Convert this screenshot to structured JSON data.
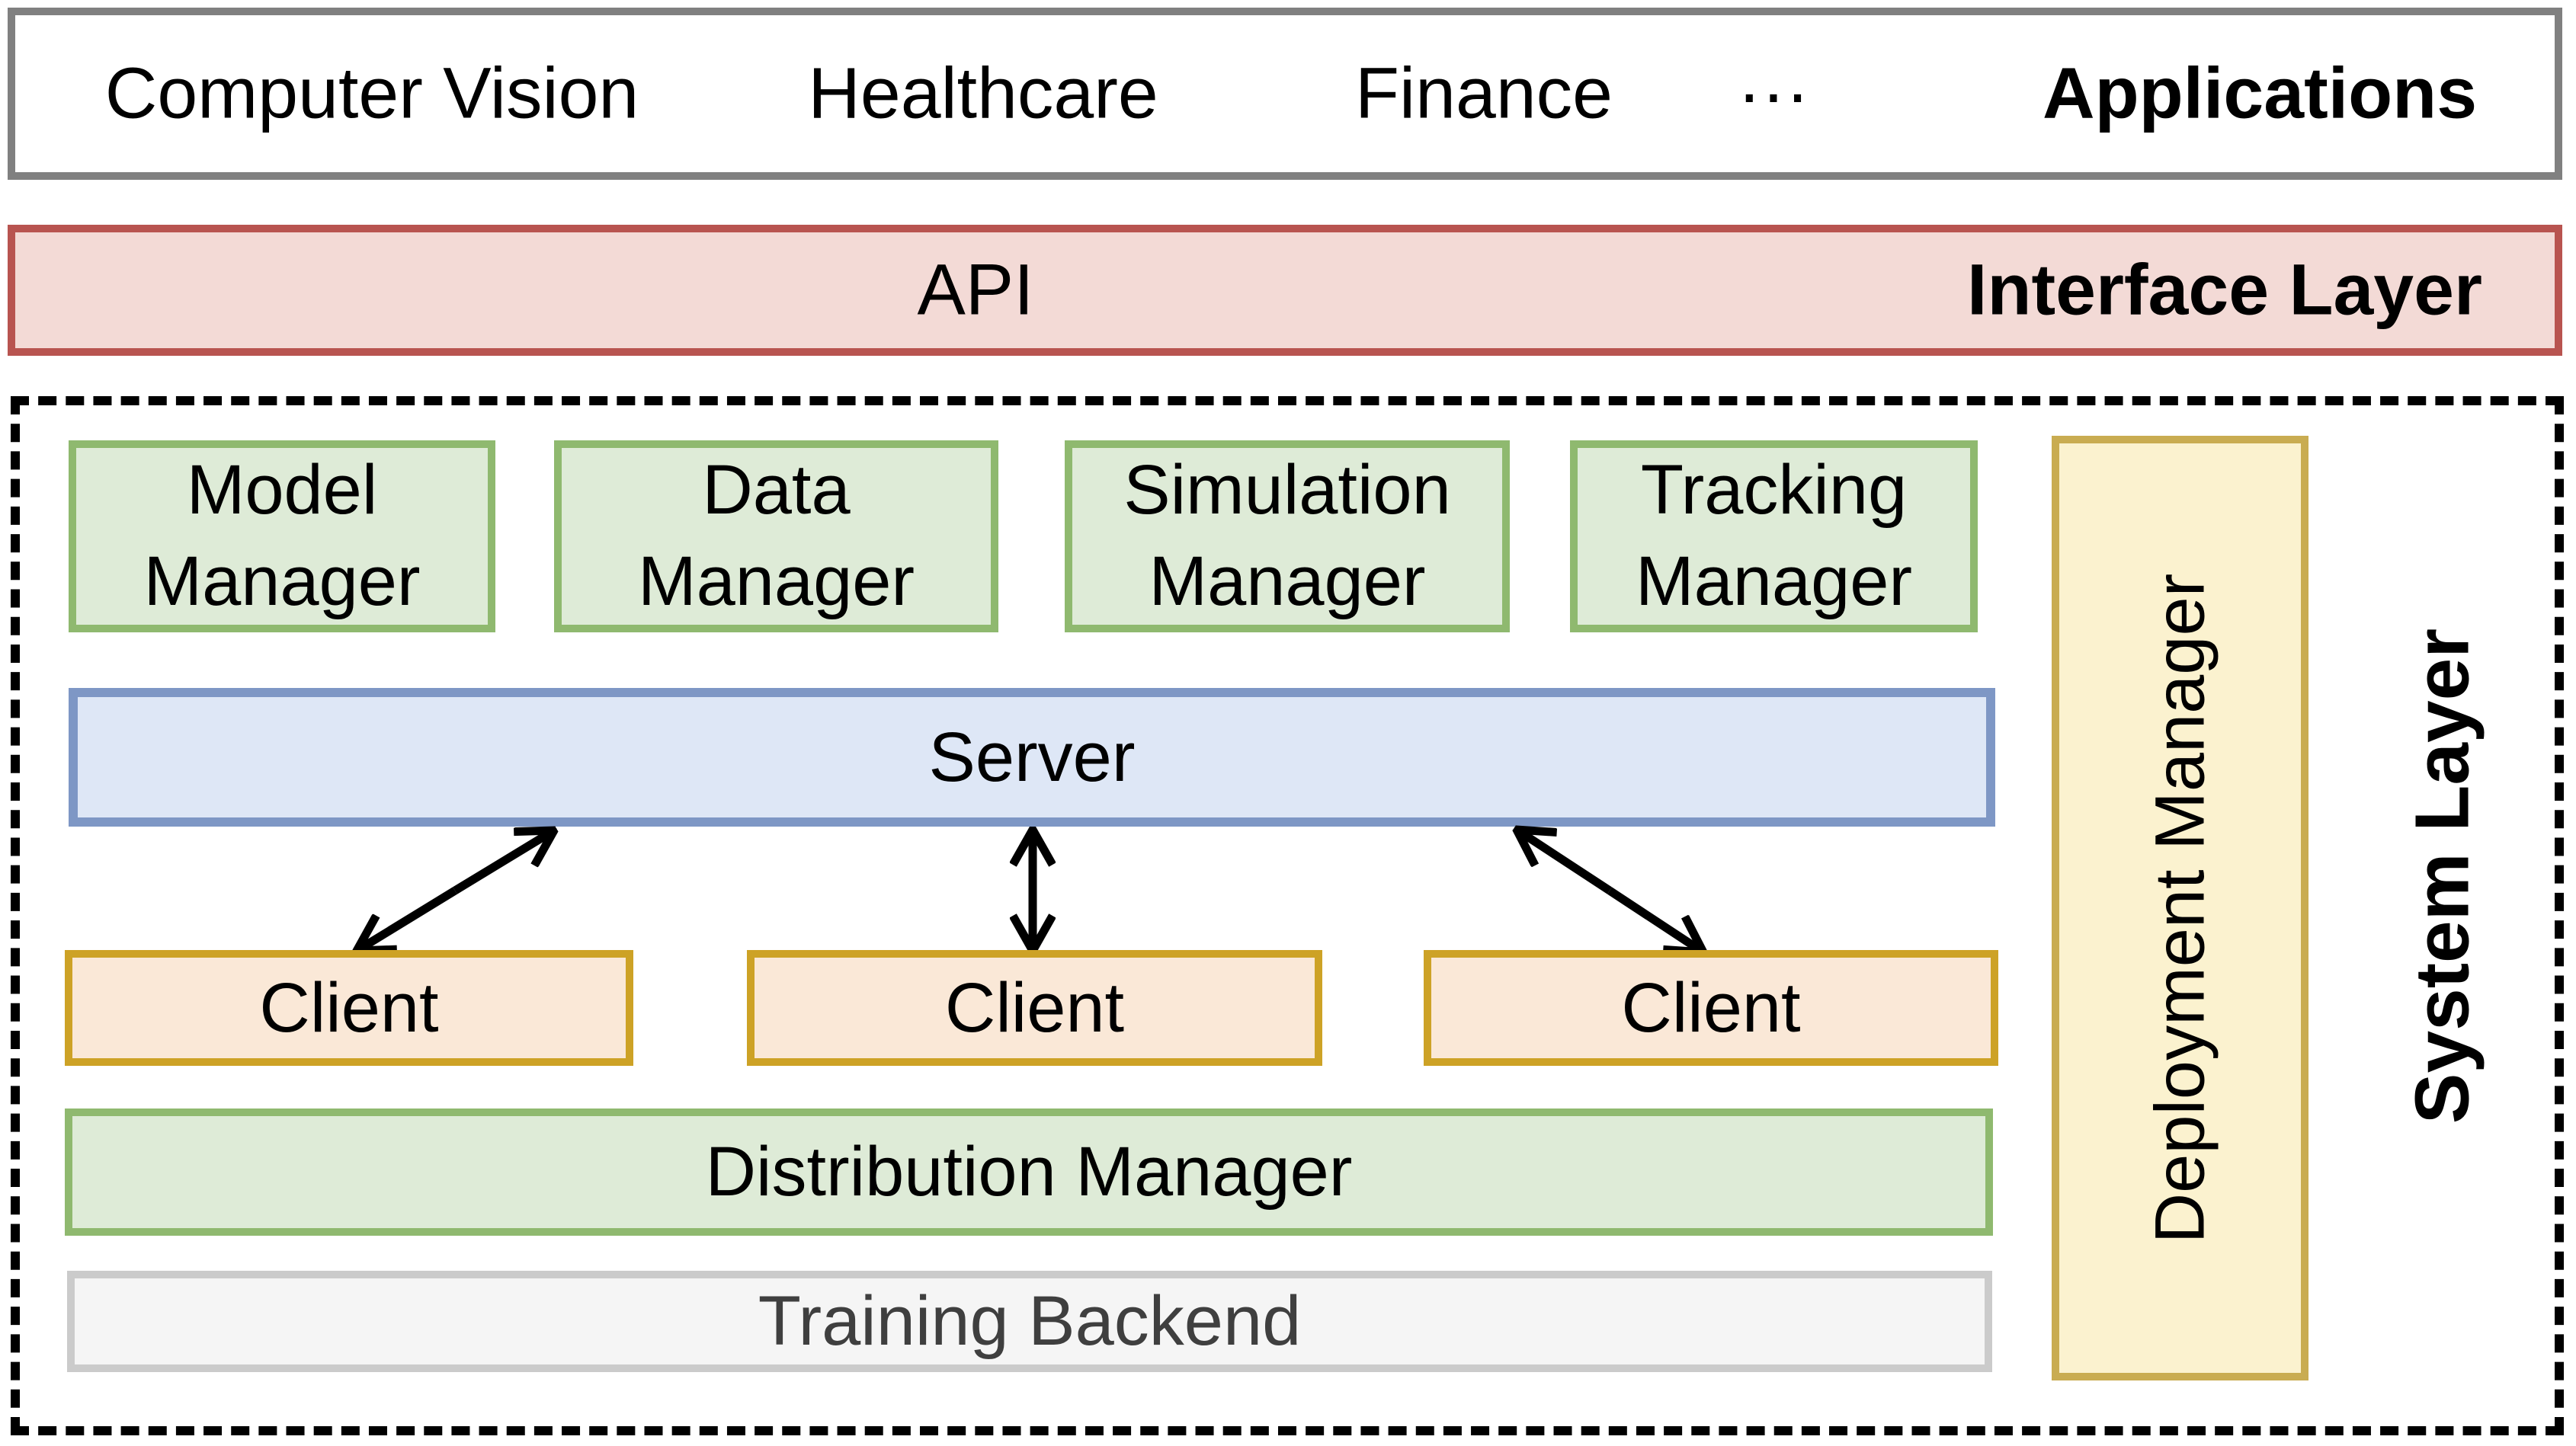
{
  "applications_bar": {
    "items": [
      "Computer Vision",
      "Healthcare",
      "Finance",
      "···"
    ],
    "layer_label": "Applications"
  },
  "interface_layer": {
    "api": "API",
    "layer_label": "Interface Layer"
  },
  "system_layer": {
    "layer_label": "System Layer",
    "managers": [
      {
        "label": "Model\nManager"
      },
      {
        "label": "Data\nManager"
      },
      {
        "label": "Simulation\nManager"
      },
      {
        "label": "Tracking\nManager"
      }
    ],
    "server": "Server",
    "clients": [
      "Client",
      "Client",
      "Client"
    ],
    "distribution_manager": "Distribution Manager",
    "training_backend": "Training Backend",
    "deployment_manager": "Deployment Manager"
  },
  "colors": {
    "frame_border": "#808080",
    "dashed_border": "#000000",
    "pink_fill": "#F3DAD6",
    "pink_border": "#B85450",
    "green_fill": "#DEEBD7",
    "green_border": "#8FB96F",
    "blue_fill": "#DEE7F6",
    "blue_border": "#7E97C5",
    "orange_fill": "#FAE8D7",
    "orange_border": "#CDA226",
    "yellow_fill": "#FBF2CF",
    "yellow_border": "#C9AC51",
    "gray_fill": "#F5F5F5",
    "gray_border": "#CBCBCB"
  }
}
